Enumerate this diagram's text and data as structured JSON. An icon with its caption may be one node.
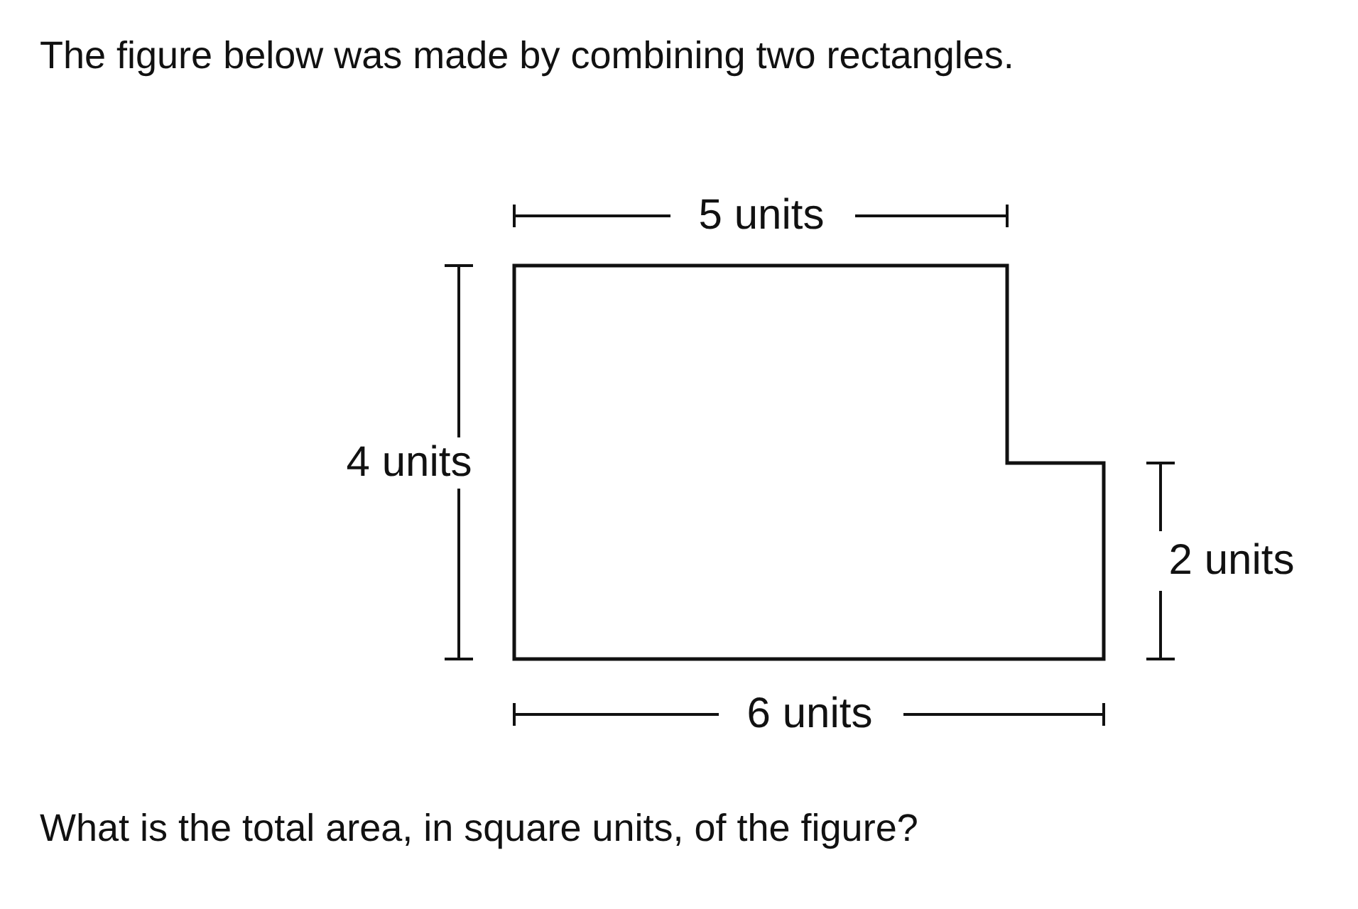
{
  "diagram": {
    "title": "The figure below was made by combining two rectangles.",
    "nodes": [
      {
        "text": [],
        "shape": "polygon"
      }
    ],
    "labels": [
      "5 units",
      "4 units",
      "2 units",
      "6 units"
    ],
    "caption": "What is the total area, in square units, of the figure?"
  }
}
